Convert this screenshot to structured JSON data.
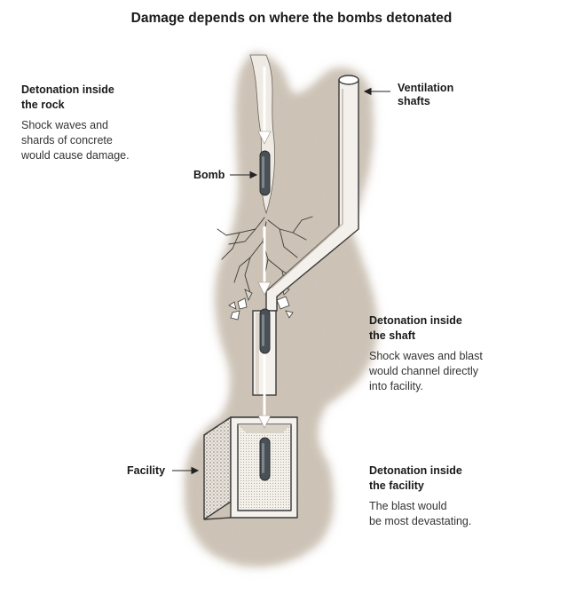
{
  "title": "Damage depends on where the bombs detonated",
  "sections": {
    "rock": {
      "heading_line1": "Detonation inside",
      "heading_line2": "the rock",
      "body_line1": "Shock waves and",
      "body_line2": "shards of concrete",
      "body_line3": "would cause damage."
    },
    "shaft": {
      "heading_line1": "Detonation inside",
      "heading_line2": "the shaft",
      "body_line1": "Shock waves and blast",
      "body_line2": "would channel directly",
      "body_line3": "into facility."
    },
    "facility": {
      "heading_line1": "Detonation inside",
      "heading_line2": "the facility",
      "body_line1": "The blast would",
      "body_line2": "be most devastating."
    }
  },
  "callouts": {
    "bomb": "Bomb",
    "facility": "Facility",
    "ventilation_line1": "Ventilation",
    "ventilation_line2": "shafts"
  },
  "colors": {
    "rock": "#cdc3b6",
    "rock_dark": "#a99d8e",
    "shaft_fill": "#f4f1ec",
    "outline": "#3a3a3a",
    "arrow": "#ffffff",
    "bomb": "#4a5156"
  }
}
